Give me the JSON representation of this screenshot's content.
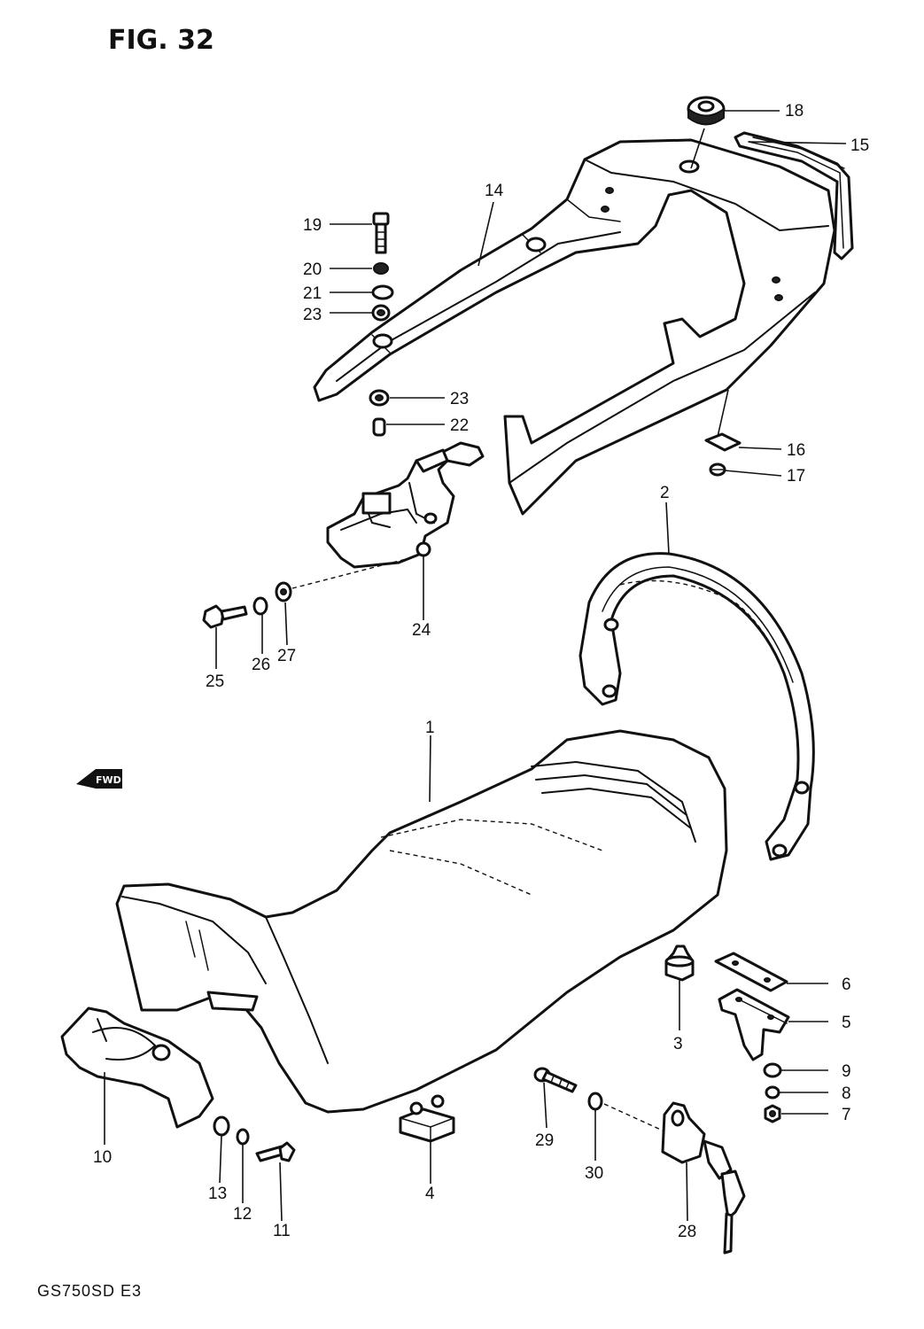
{
  "figure": {
    "title": "FIG. 32",
    "model_code": "GS750SD E3",
    "direction_marker": "FWD"
  },
  "callouts": {
    "c1": "1",
    "c2": "2",
    "c3": "3",
    "c4": "4",
    "c5": "5",
    "c6": "6",
    "c7": "7",
    "c8": "8",
    "c9": "9",
    "c10": "10",
    "c11": "11",
    "c12": "12",
    "c13": "13",
    "c14": "14",
    "c15": "15",
    "c16": "16",
    "c17": "17",
    "c18": "18",
    "c19": "19",
    "c20": "20",
    "c21": "21",
    "c22": "22",
    "c23a": "23",
    "c23b": "23",
    "c24": "24",
    "c25": "25",
    "c26": "26",
    "c27": "27",
    "c28": "28",
    "c29": "29",
    "c30": "30"
  }
}
